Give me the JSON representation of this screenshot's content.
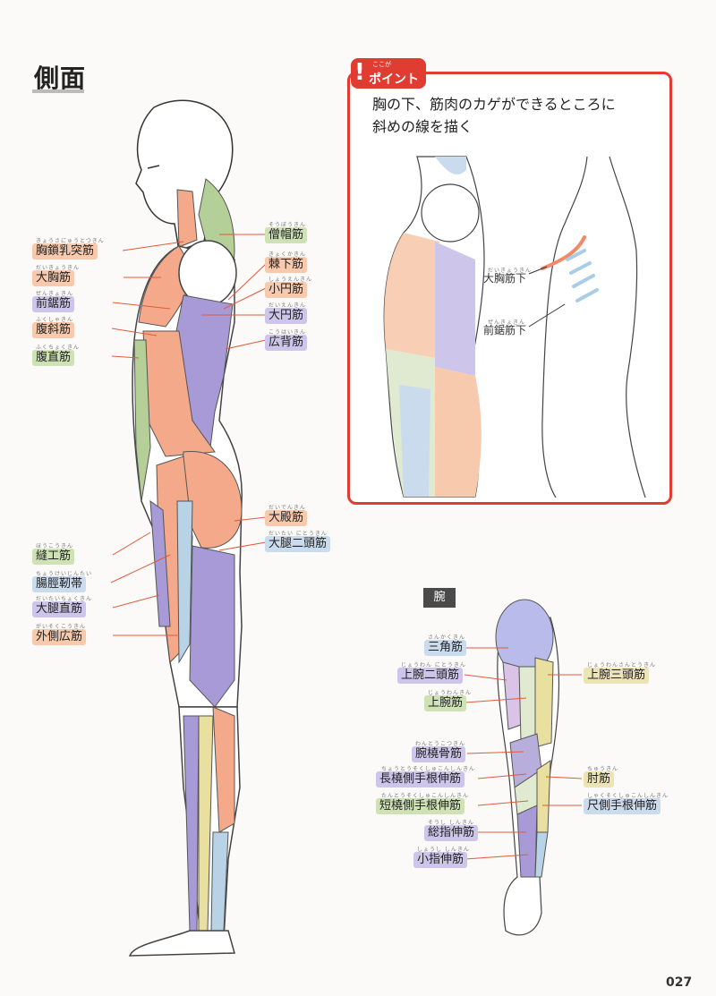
{
  "page": {
    "title": "側面",
    "page_number": "027"
  },
  "side_labels_left": [
    {
      "text": "胸鎖乳突筋",
      "ruby": "きょうさにゅうとつきん",
      "color": "orange"
    },
    {
      "text": "大胸筋",
      "ruby": "だいきょうきん",
      "color": "orange"
    },
    {
      "text": "前鋸筋",
      "ruby": "ぜんきょきん",
      "color": "purple"
    },
    {
      "text": "腹斜筋",
      "ruby": "ふくしゃきん",
      "color": "orange"
    },
    {
      "text": "腹直筋",
      "ruby": "ふくちょくきん",
      "color": "green"
    },
    {
      "text": "縫工筋",
      "ruby": "ほうこうきん",
      "color": "green"
    },
    {
      "text": "腸脛靭帯",
      "ruby": "ちょうけいじんたい",
      "color": "blue"
    },
    {
      "text": "大腿直筋",
      "ruby": "だいたいちょくきん",
      "color": "purple"
    },
    {
      "text": "外側広筋",
      "ruby": "がいそくこうきん",
      "color": "orange"
    }
  ],
  "side_labels_right": [
    {
      "text": "僧帽筋",
      "ruby": "そうぼうきん",
      "color": "green"
    },
    {
      "text": "棘下筋",
      "ruby": "きょくかきん",
      "color": "orange"
    },
    {
      "text": "小円筋",
      "ruby": "しょうえんきん",
      "color": "orange"
    },
    {
      "text": "大円筋",
      "ruby": "だいえんきん",
      "color": "purple"
    },
    {
      "text": "広背筋",
      "ruby": "こうはいきん",
      "color": "purple"
    },
    {
      "text": "大殿筋",
      "ruby": "だいでんきん",
      "color": "orange"
    },
    {
      "text": "大腿二頭筋",
      "ruby": "だいたい にとうきん",
      "color": "blue"
    }
  ],
  "point": {
    "ruby": "ここが",
    "label": "ポイント",
    "text_line1": "胸の下、筋肉のカゲができるところに",
    "text_line2": "斜めの線を描く",
    "annotations": [
      {
        "text": "大胸筋下",
        "ruby": "だいきょうきん"
      },
      {
        "text": "前鋸筋下",
        "ruby": "ぜんきょきん"
      }
    ]
  },
  "arm": {
    "title": "腕",
    "labels_left": [
      {
        "text": "三角筋",
        "ruby": "さんかくきん",
        "color": "blue"
      },
      {
        "text": "上腕二頭筋",
        "ruby": "じょうわん にとうきん",
        "color": "purple"
      },
      {
        "text": "上腕筋",
        "ruby": "じょうわんきん",
        "color": "green"
      },
      {
        "text": "腕橈骨筋",
        "ruby": "わんとうこつきん",
        "color": "purple"
      },
      {
        "text": "長橈側手根伸筋",
        "ruby": "ちょうとうそくしゅこんしんきん",
        "color": "purple"
      },
      {
        "text": "短橈側手根伸筋",
        "ruby": "たんとうそくしゅこんしんきん",
        "color": "green"
      },
      {
        "text": "総指伸筋",
        "ruby": "そうし しんきん",
        "color": "purple"
      },
      {
        "text": "小指伸筋",
        "ruby": "しょうし しんきん",
        "color": "purple"
      }
    ],
    "labels_right": [
      {
        "text": "上腕三頭筋",
        "ruby": "じょうわんさんとうきん",
        "color": "yellow"
      },
      {
        "text": "肘筋",
        "ruby": "ちゅうきん",
        "color": "yellow"
      },
      {
        "text": "尺側手根伸筋",
        "ruby": "しゃくそくしゅこんしんきん",
        "color": "blue"
      }
    ]
  },
  "colors": {
    "accent_red": "#e03c31",
    "muscle_orange": "#f4a98a",
    "muscle_purple": "#a79ad6",
    "muscle_green": "#b5cf98",
    "muscle_blue": "#b9d3e6",
    "muscle_yellow": "#e9e0a0"
  }
}
